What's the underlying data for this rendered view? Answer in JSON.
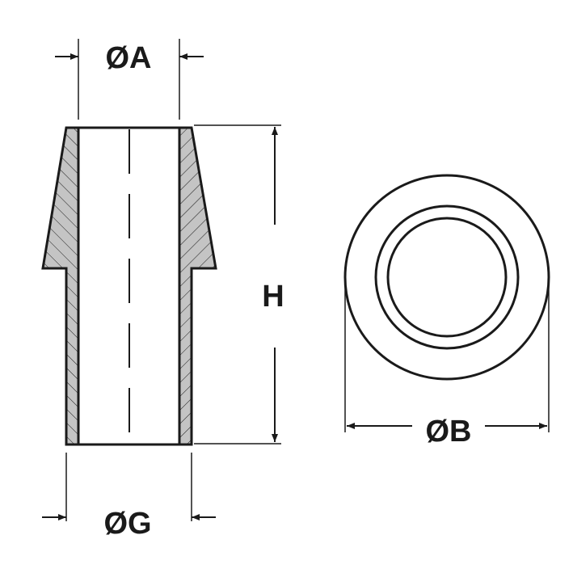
{
  "labels": {
    "inner_diameter": "ØA",
    "outer_diameter": "ØB",
    "lower_diameter": "ØG",
    "height": "H"
  },
  "colors": {
    "line": "#1a1a1a",
    "section_fill": "#c4c4c4",
    "background": "#ffffff"
  }
}
